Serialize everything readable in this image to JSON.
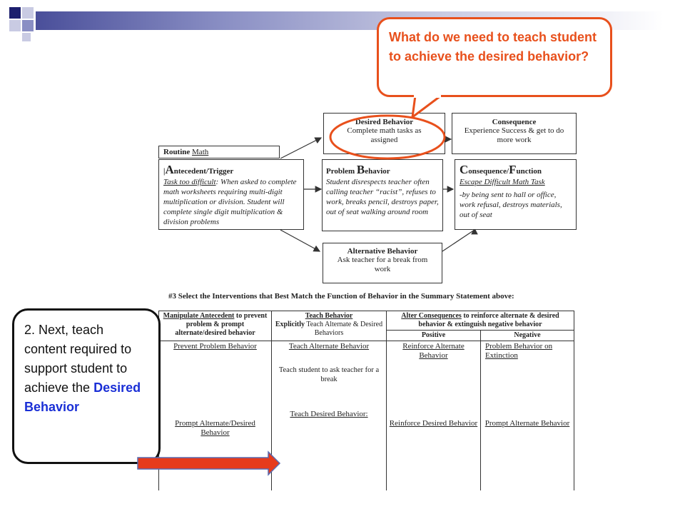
{
  "callout_top": {
    "text": "What do we need to teach student to achieve the desired behavior?"
  },
  "callout_left": {
    "text": "2. Next, teach content required to support student to achieve the",
    "highlight": "Desired Behavior"
  },
  "routine": {
    "label": "Routine",
    "value": "Math"
  },
  "desired": {
    "title": "Desired Behavior",
    "text": "Complete math tasks as assigned"
  },
  "consequence": {
    "title": "Consequence",
    "text": "Experience Success & get to do more work"
  },
  "antecedent": {
    "first": "A",
    "rest": "ntecedent/Trigger",
    "lead": "Task too difficult",
    "text": ": When asked to complete math worksheets requiring multi-digit multiplication or division. Student will complete single digit multiplication & division problems"
  },
  "problem": {
    "pre": "Problem ",
    "first": "B",
    "rest": "ehavior",
    "text": "Student disrespects teacher often calling teacher “racist”, refuses to work, breaks pencil, destroys paper, out of seat walking around room"
  },
  "function": {
    "c": "C",
    "crest": "onsequence/",
    "f": "F",
    "frest": "unction",
    "lead": "Escape Difficult Math Task",
    "text": "-by being sent to hall or office, work refusal, destroys materials, out of seat"
  },
  "alternative": {
    "title": "Alternative Behavior",
    "text": "Ask teacher for a break from work"
  },
  "section3": {
    "title": "#3 Select the Interventions that Best Match the Function of Behavior in the Summary Statement above:"
  },
  "table": {
    "col1_head_u": "Manipulate Antecedent",
    "col1_head": " to prevent problem & prompt alternate/desired behavior",
    "col2_head_u": "Teach Behavior",
    "col2_head_b": "Explicitly",
    "col2_head": " Teach Alternate & Desired Behaviors",
    "col3_head_u": "Alter Consequences",
    "col3_head": " to reinforce alternate & desired behavior & extinguish negative behavior",
    "positive": "Positive",
    "negative": "Negative",
    "c1_top": "Prevent Problem Behavior",
    "c1_bottom": "Prompt Alternate/Desired Behavior",
    "c2_top": "Teach Alternate Behavior",
    "c2_mid": "Teach student to ask teacher for a break",
    "c2_bottom": "Teach Desired Behavior:",
    "c3_top": "Reinforce Alternate Behavior",
    "c3_bottom": "Reinforce Desired Behavior",
    "c4_top": "Problem Behavior on Extinction",
    "c4_bottom": "Prompt Alternate Behavior"
  },
  "colors": {
    "callout_orange": "#e8501c",
    "arrow_red": "#e63b1c",
    "highlight_blue": "#1a2fd6",
    "bar": "#4a4f9a"
  }
}
